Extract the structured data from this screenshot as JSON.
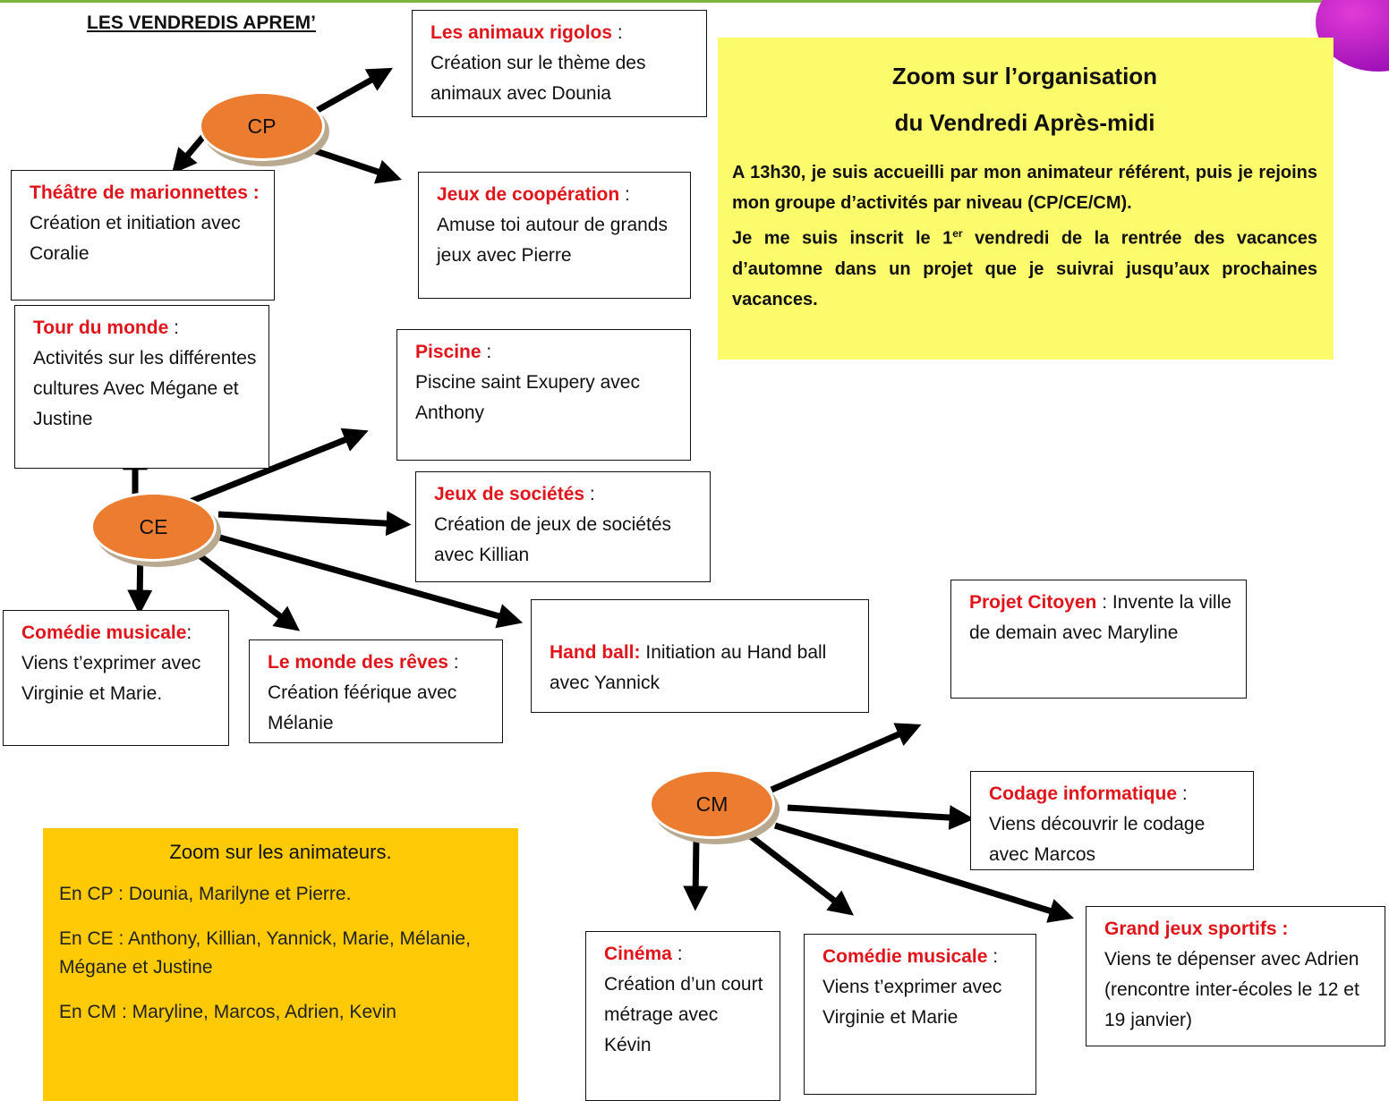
{
  "title": "LES VENDREDIS APREM’",
  "nodes": {
    "cp": "CP",
    "ce": "CE",
    "cm": "CM"
  },
  "boxes": {
    "animaux": {
      "head": "Les animaux rigolos",
      "sep": " :",
      "body": "Création sur le thème des animaux avec Dounia"
    },
    "theatre": {
      "head": "Théâtre de marionnettes :",
      "sep": "",
      "body": "Création et initiation avec Coralie"
    },
    "jeux_coop": {
      "head": "Jeux de coopération",
      "sep": " :",
      "body": "Amuse toi autour de grands jeux avec Pierre"
    },
    "tour": {
      "head": "Tour du monde",
      "sep": " :",
      "body": "Activités sur les différentes cultures Avec Mégane et Justine"
    },
    "piscine": {
      "head": "Piscine",
      "sep": " :",
      "body": "Piscine saint Exupery avec Anthony"
    },
    "societes": {
      "head": "Jeux de sociétés",
      "sep": " :",
      "body": "Création de jeux de sociétés avec Killian"
    },
    "comedie_ce": {
      "head": "Comédie musicale",
      "sep": ":",
      "body": "Viens t’exprimer avec Virginie et Marie."
    },
    "reves": {
      "head": "Le monde des rêves",
      "sep": " :",
      "body": "Création féérique avec Mélanie"
    },
    "hand": {
      "head": "Hand ball:",
      "sep": "",
      "body": "Initiation au Hand ball avec Yannick"
    },
    "citoyen": {
      "head": "Projet Citoyen",
      "sep": " : Invente la ville de demain avec Maryline",
      "body": ""
    },
    "codage": {
      "head": "Codage informatique",
      "sep": " :",
      "body": "Viens découvrir le codage avec Marcos"
    },
    "grand": {
      "head": "Grand jeux sportifs :",
      "sep": "",
      "body": "Viens te dépenser avec Adrien (rencontre inter-écoles le 12 et 19 janvier)"
    },
    "cinema": {
      "head": "Cinéma",
      "sep": " :",
      "body": "Création d’un court métrage avec Kévin"
    },
    "comedie_cm": {
      "head": "Comédie musicale",
      "sep": " :",
      "body": "Viens t’exprimer avec Virginie et Marie"
    }
  },
  "zoom_org": {
    "title1": "Zoom sur l’organisation",
    "title2": "du Vendredi  Après-midi",
    "p1": "A 13h30, je suis accueilli par mon animateur référent, puis je rejoins mon groupe d’activités par niveau (CP/CE/CM).",
    "p2a": "Je me suis inscrit le 1",
    "p2sup": "er",
    "p2b": " vendredi de la rentrée des vacances d’automne dans un projet que je suivrai jusqu’aux prochaines vacances."
  },
  "zoom_anim": {
    "title": "Zoom sur les animateurs.",
    "cp": "En CP : Dounia, Marilyne et Pierre.",
    "ce": "En CE : Anthony, Killian, Yannick, Marie, Mélanie, Mégane et Justine",
    "cm": "En CM : Maryline, Marcos, Adrien, Kevin"
  },
  "colors": {
    "heading_red": "#e0151b",
    "node_orange": "#ec7c2f",
    "zoom_yellow": "#fbfb6b",
    "zoom_gold": "#fdca05"
  }
}
